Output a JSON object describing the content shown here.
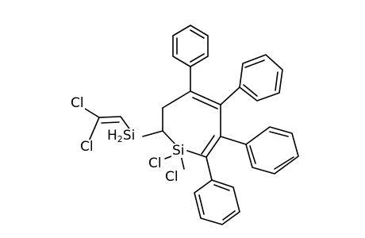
{
  "molecule": {
    "atoms": {
      "cl_vinyl_top": "Cl",
      "cl_vinyl_bottom": "Cl",
      "silyl_h2": {
        "prefix": "H",
        "sub": "2",
        "suffix": "Si"
      },
      "ring_si": "Si",
      "cl_si_left": "Cl",
      "cl_si_right": "Cl"
    }
  }
}
